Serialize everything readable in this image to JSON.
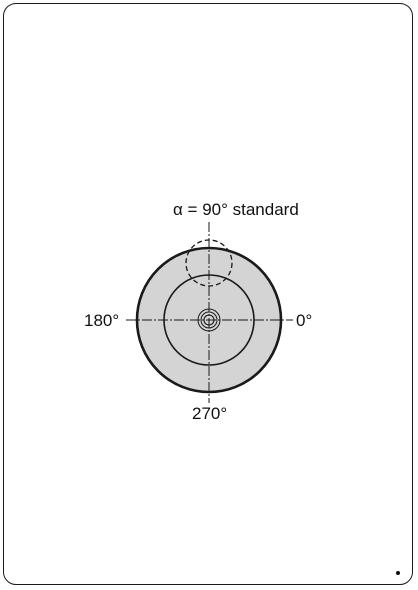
{
  "labels": {
    "title": "α = 90° standard",
    "angle_0": "0°",
    "angle_180": "180°",
    "angle_270": "270°"
  },
  "colors": {
    "outline": "#1a1a1a",
    "disc_fill": "#d4d4d4",
    "background": "#ffffff"
  },
  "icons": {
    "corner_mark": "dot"
  }
}
